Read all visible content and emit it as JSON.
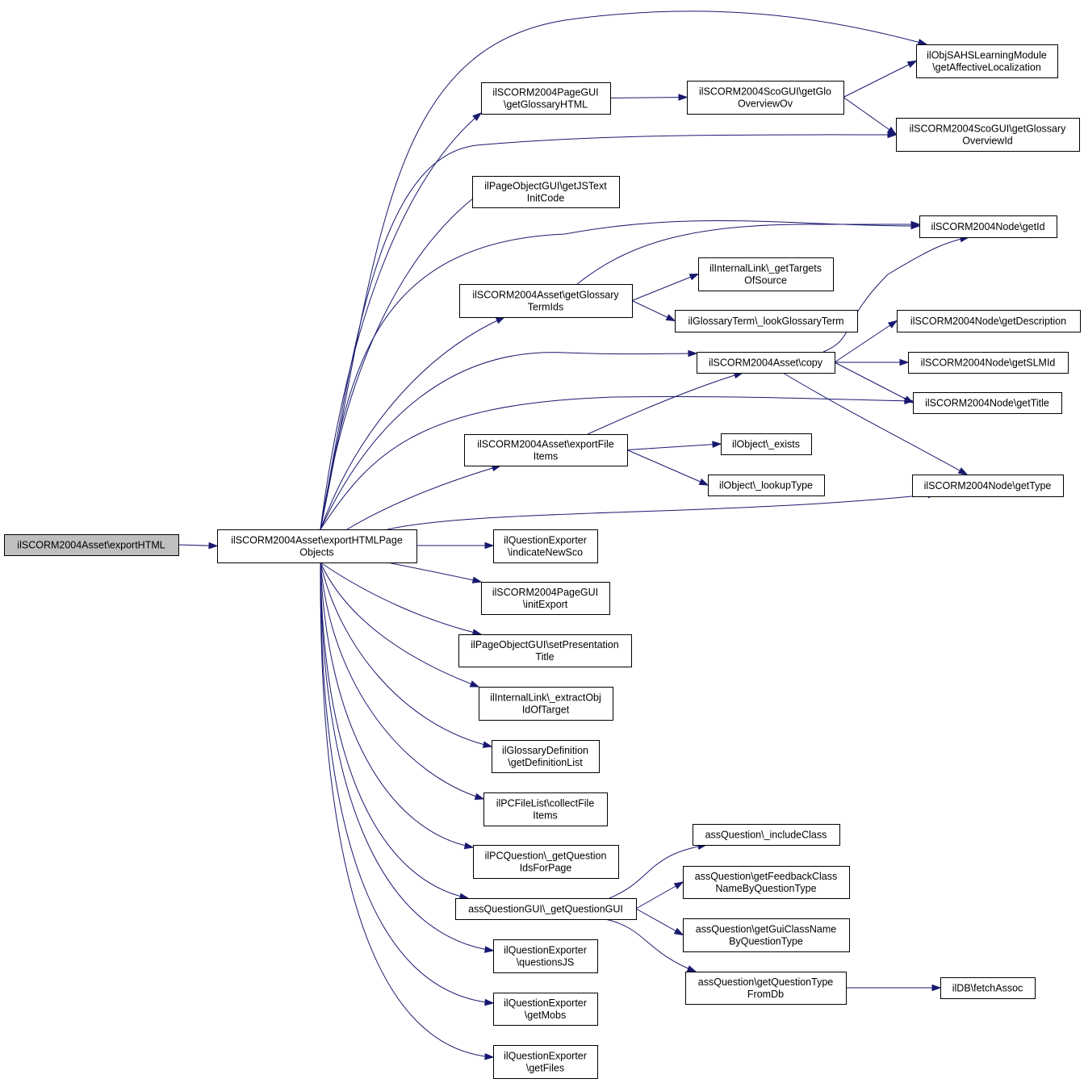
{
  "diagram": {
    "type": "call-graph",
    "colors": {
      "edge": "#191970",
      "root_fill": "#bfbfbf",
      "node_fill": "#ffffff",
      "border": "#000000"
    },
    "nodes": [
      {
        "id": "root",
        "lines": [
          "ilSCORM2004Asset\\exportHTML"
        ]
      },
      {
        "id": "pageobj",
        "lines": [
          "ilSCORM2004Asset\\exportHTMLPage",
          "Objects"
        ]
      },
      {
        "id": "affective",
        "lines": [
          "ilObjSAHSLearningModule",
          "\\getAffectiveLocalization"
        ]
      },
      {
        "id": "glossaryhtml",
        "lines": [
          "ilSCORM2004PageGUI",
          "\\getGlossaryHTML"
        ]
      },
      {
        "id": "glooverviewov",
        "lines": [
          "ilSCORM2004ScoGUI\\getGlo",
          "OverviewOv"
        ]
      },
      {
        "id": "glossaryoverviewid",
        "lines": [
          "ilSCORM2004ScoGUI\\getGlossary",
          "OverviewId"
        ]
      },
      {
        "id": "jstext",
        "lines": [
          "ilPageObjectGUI\\getJSText",
          "InitCode"
        ]
      },
      {
        "id": "nodegetid",
        "lines": [
          "ilSCORM2004Node\\getId"
        ]
      },
      {
        "id": "targets",
        "lines": [
          "ilInternalLink\\_getTargets",
          "OfSource"
        ]
      },
      {
        "id": "glossterms",
        "lines": [
          "ilSCORM2004Asset\\getGlossary",
          "TermIds"
        ]
      },
      {
        "id": "lookgloss",
        "lines": [
          "ilGlossaryTerm\\_lookGlossaryTerm"
        ]
      },
      {
        "id": "getdesc",
        "lines": [
          "ilSCORM2004Node\\getDescription"
        ]
      },
      {
        "id": "copy",
        "lines": [
          "ilSCORM2004Asset\\copy"
        ]
      },
      {
        "id": "getslmid",
        "lines": [
          "ilSCORM2004Node\\getSLMId"
        ]
      },
      {
        "id": "gettitle",
        "lines": [
          "ilSCORM2004Node\\getTitle"
        ]
      },
      {
        "id": "exportfile",
        "lines": [
          "ilSCORM2004Asset\\exportFile",
          "Items"
        ]
      },
      {
        "id": "exists",
        "lines": [
          "ilObject\\_exists"
        ]
      },
      {
        "id": "lookuptype",
        "lines": [
          "ilObject\\_lookupType"
        ]
      },
      {
        "id": "gettype",
        "lines": [
          "ilSCORM2004Node\\getType"
        ]
      },
      {
        "id": "indicatenew",
        "lines": [
          "ilQuestionExporter",
          "\\indicateNewSco"
        ]
      },
      {
        "id": "initexport",
        "lines": [
          "ilSCORM2004PageGUI",
          "\\initExport"
        ]
      },
      {
        "id": "setpres",
        "lines": [
          "ilPageObjectGUI\\setPresentation",
          "Title"
        ]
      },
      {
        "id": "extractobj",
        "lines": [
          "ilInternalLink\\_extractObj",
          "IdOfTarget"
        ]
      },
      {
        "id": "deflist",
        "lines": [
          "ilGlossaryDefinition",
          "\\getDefinitionList"
        ]
      },
      {
        "id": "collectfile",
        "lines": [
          "ilPCFileList\\collectFile",
          "Items"
        ]
      },
      {
        "id": "qids",
        "lines": [
          "ilPCQuestion\\_getQuestion",
          "IdsForPage"
        ]
      },
      {
        "id": "includeclass",
        "lines": [
          "assQuestion\\_includeClass"
        ]
      },
      {
        "id": "feedbackclass",
        "lines": [
          "assQuestion\\getFeedbackClass",
          "NameByQuestionType"
        ]
      },
      {
        "id": "getqgui",
        "lines": [
          "assQuestionGUI\\_getQuestionGUI"
        ]
      },
      {
        "id": "guiclass",
        "lines": [
          "assQuestion\\getGuiClassName",
          "ByQuestionType"
        ]
      },
      {
        "id": "qtypefromdb",
        "lines": [
          "assQuestion\\getQuestionType",
          "FromDb"
        ]
      },
      {
        "id": "fetchassoc",
        "lines": [
          "ilDB\\fetchAssoc"
        ]
      },
      {
        "id": "questionsjs",
        "lines": [
          "ilQuestionExporter",
          "\\questionsJS"
        ]
      },
      {
        "id": "getmobs",
        "lines": [
          "ilQuestionExporter",
          "\\getMobs"
        ]
      },
      {
        "id": "getfiles",
        "lines": [
          "ilQuestionExporter",
          "\\getFiles"
        ]
      }
    ],
    "edges": [
      [
        "root",
        "pageobj"
      ],
      [
        "pageobj",
        "affective"
      ],
      [
        "pageobj",
        "glossaryhtml"
      ],
      [
        "pageobj",
        "glossaryoverviewid"
      ],
      [
        "pageobj",
        "jstext"
      ],
      [
        "pageobj",
        "nodegetid"
      ],
      [
        "pageobj",
        "glossterms"
      ],
      [
        "pageobj",
        "copy"
      ],
      [
        "pageobj",
        "gettitle"
      ],
      [
        "pageobj",
        "exportfile"
      ],
      [
        "pageobj",
        "gettype"
      ],
      [
        "pageobj",
        "indicatenew"
      ],
      [
        "pageobj",
        "initexport"
      ],
      [
        "pageobj",
        "setpres"
      ],
      [
        "pageobj",
        "extractobj"
      ],
      [
        "pageobj",
        "deflist"
      ],
      [
        "pageobj",
        "collectfile"
      ],
      [
        "pageobj",
        "qids"
      ],
      [
        "pageobj",
        "getqgui"
      ],
      [
        "pageobj",
        "questionsjs"
      ],
      [
        "pageobj",
        "getmobs"
      ],
      [
        "pageobj",
        "getfiles"
      ],
      [
        "glossaryhtml",
        "glooverviewov"
      ],
      [
        "glooverviewov",
        "affective"
      ],
      [
        "glooverviewov",
        "glossaryoverviewid"
      ],
      [
        "glossterms",
        "nodegetid"
      ],
      [
        "glossterms",
        "targets"
      ],
      [
        "glossterms",
        "lookgloss"
      ],
      [
        "copy",
        "nodegetid"
      ],
      [
        "copy",
        "getdesc"
      ],
      [
        "copy",
        "getslmid"
      ],
      [
        "copy",
        "gettitle"
      ],
      [
        "copy",
        "gettype"
      ],
      [
        "exportfile",
        "copy"
      ],
      [
        "exportfile",
        "exists"
      ],
      [
        "exportfile",
        "lookuptype"
      ],
      [
        "getqgui",
        "includeclass"
      ],
      [
        "getqgui",
        "feedbackclass"
      ],
      [
        "getqgui",
        "guiclass"
      ],
      [
        "getqgui",
        "qtypefromdb"
      ],
      [
        "qtypefromdb",
        "fetchassoc"
      ]
    ]
  }
}
